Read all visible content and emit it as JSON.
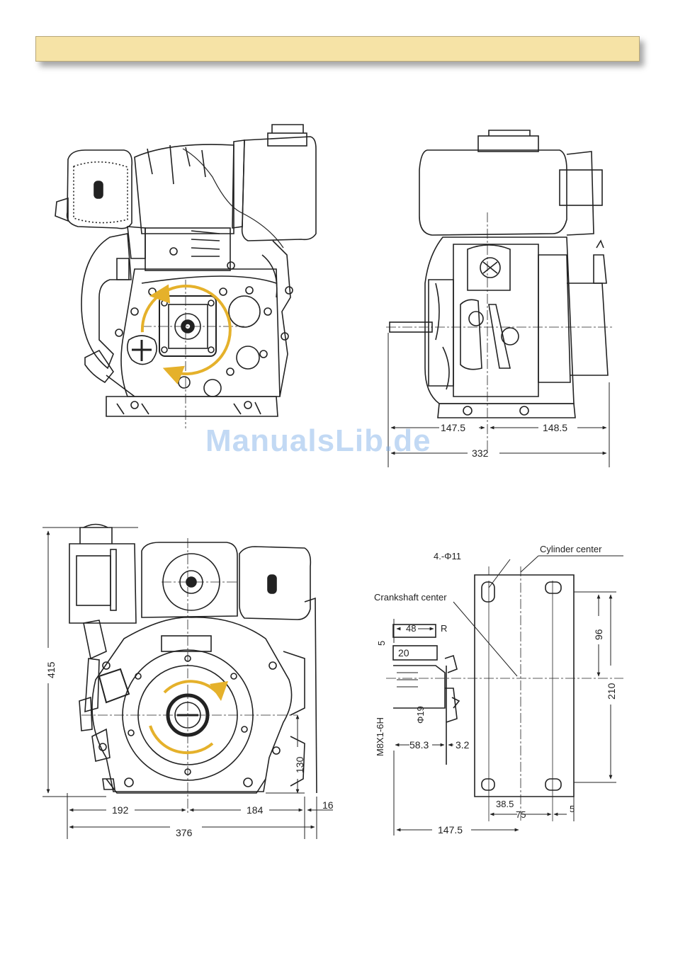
{
  "header": {
    "title": ""
  },
  "watermark": "ManualsLib.de",
  "accent_color": "#e5b12b",
  "views": {
    "side_view": {
      "dimensions": {
        "left": "147.5",
        "right": "148.5",
        "total": "332"
      }
    },
    "front_view": {
      "dimensions": {
        "height": "415",
        "left": "192",
        "right": "184",
        "total": "376",
        "offset": "16",
        "shaft_height": "130"
      }
    },
    "mounting_detail": {
      "labels": {
        "bolt_holes": "4.-Φ11",
        "cylinder_center": "Cylinder center",
        "crankshaft_center": "Crankshaft center",
        "thread": "M8X1-6H",
        "key_r": "R"
      },
      "dimensions": {
        "key_width": "48",
        "key_depth": "5",
        "key_length": "20",
        "shaft_dia": "Φ19",
        "shaft_length": "58.3",
        "shaft_step": "3.2",
        "bolt_spacing_v": "210",
        "cyl_offset": "96",
        "hole_offset": "38.5",
        "hole_span": "75",
        "hole_margin": "5",
        "base_length": "147.5"
      }
    }
  },
  "icons": [
    "rotation-arrow-icon"
  ]
}
